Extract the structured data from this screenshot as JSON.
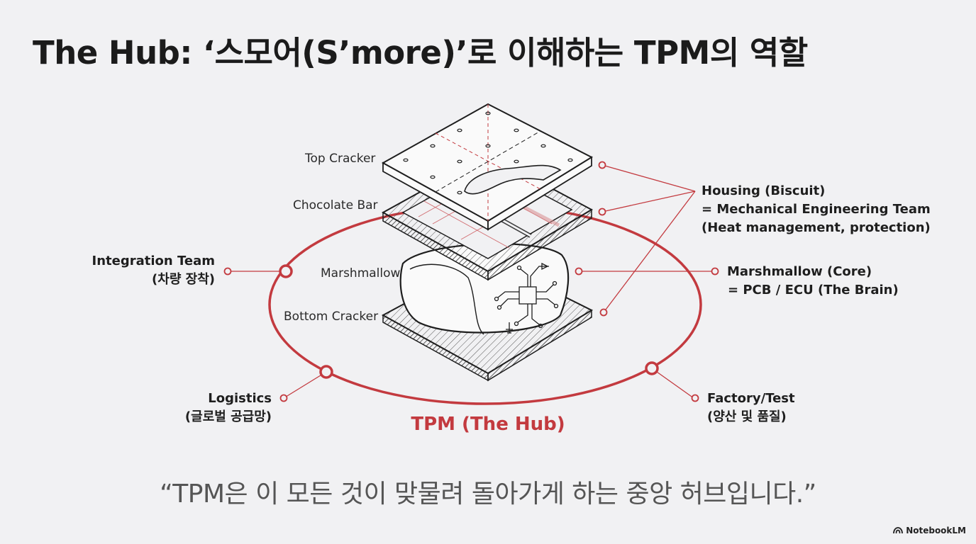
{
  "title": "The Hub: ‘스모어(S’more)’로 이해하는 TPM의 역할",
  "layers": {
    "top_cracker": "Top Cracker",
    "chocolate_bar": "Chocolate Bar",
    "marshmallow": "Marshmallow",
    "bottom_cracker": "Bottom Cracker"
  },
  "callouts": {
    "housing": {
      "line1": "Housing (Biscuit)",
      "line2": "= Mechanical Engineering Team",
      "line3": "(Heat management, protection)"
    },
    "core": {
      "line1": "Marshmallow (Core)",
      "line2": "= PCB / ECU (The Brain)"
    },
    "integration": {
      "line1": "Integration Team",
      "line2": "(차량 장착)"
    },
    "logistics": {
      "line1": "Logistics",
      "line2": "(글로벌 공급망)"
    },
    "factory": {
      "line1": "Factory/Test",
      "line2": "(양산 및 품질)"
    }
  },
  "hub_label": "TPM (The Hub)",
  "quote": "“TPM은 이 모든 것이 맞물려 돌아가게 하는 중앙 허브입니다.”",
  "brand": "NotebookLM",
  "colors": {
    "accent": "#c33a3f",
    "ink": "#1e1e1e",
    "background": "#f1f1f3"
  }
}
